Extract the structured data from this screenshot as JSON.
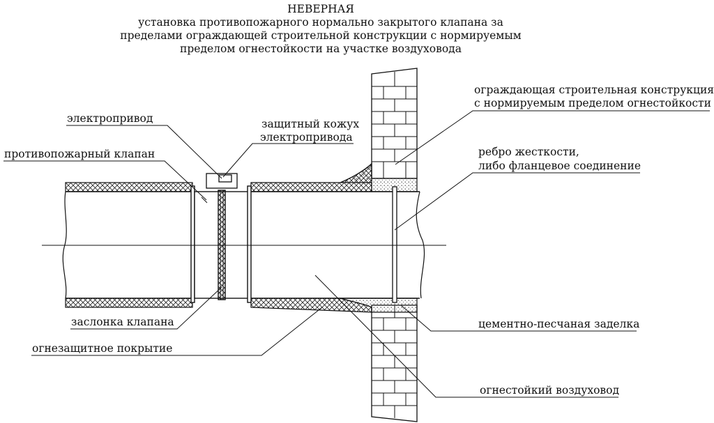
{
  "title": {
    "line1": "НЕВЕРНАЯ",
    "line2": "установка противопожарного нормально закрытого  клапана за",
    "line3": "пределами ограждающей строительной конструкции с нормируемым",
    "line4": "пределом огнестойкости на участке воздуховода"
  },
  "labels": {
    "actuator": "электропривод",
    "fire_damper": "противопожарный клапан",
    "cover_line1": "защитный кожух",
    "cover_line2": "электропривода",
    "wall_line1": "ограждающая строительная конструкция",
    "wall_line2": "с нормируемым пределом огнестойкости",
    "rib_line1": "ребро жесткости,",
    "rib_line2": "либо фланцевое соединение",
    "blade": "заслонка клапана",
    "coating": "огнезащитное покрытие",
    "sealing": "цементно-песчаная заделка",
    "duct": "огнестойкий воздуховод"
  }
}
